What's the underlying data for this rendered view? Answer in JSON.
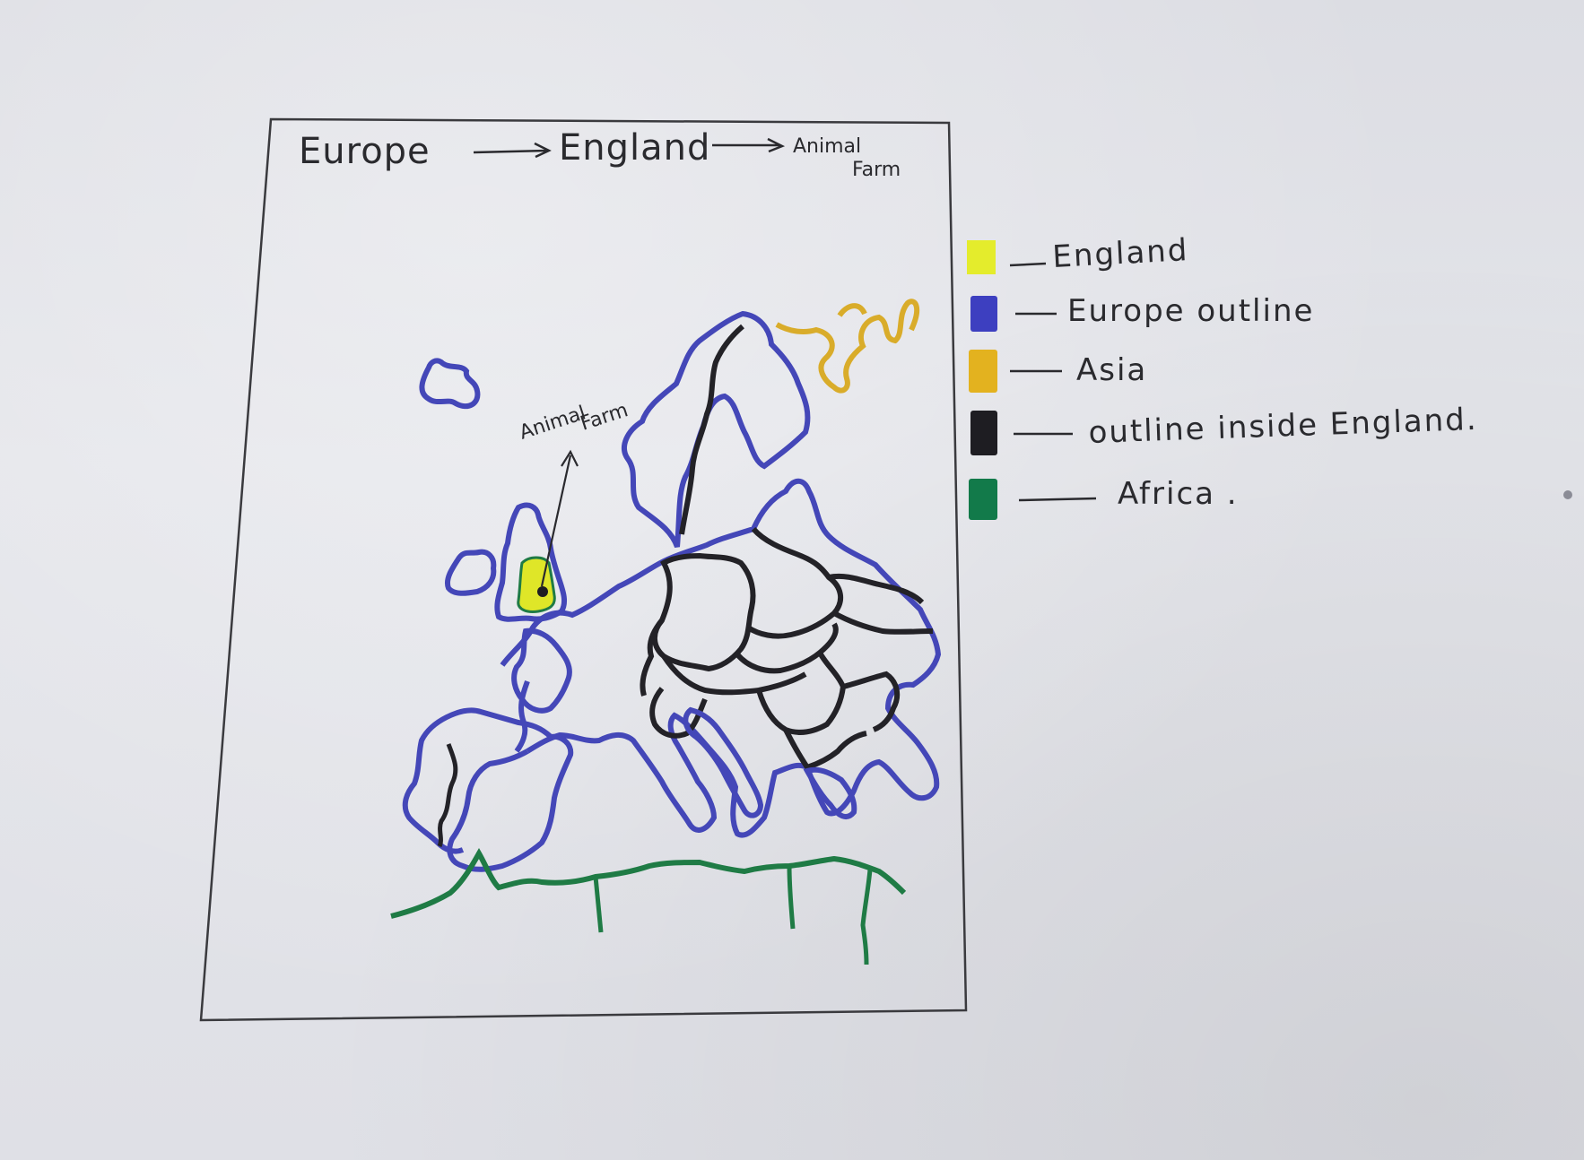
{
  "title": {
    "europe": "Europe",
    "england": "England",
    "animal": "Animal",
    "farm": "Farm"
  },
  "map_label": {
    "animal": "Animal",
    "farm": "Farm"
  },
  "legend": [
    {
      "label": "England",
      "color": "#e4ec2c"
    },
    {
      "label": "Europe outline",
      "color": "#3d3fc0"
    },
    {
      "label": "Asia",
      "color": "#e3b21f"
    },
    {
      "label": "outline inside England.",
      "color": "#1e1d22"
    },
    {
      "label": "Africa .",
      "color": "#127a4a"
    }
  ],
  "colors": {
    "europe_outline": "#4447b8",
    "england": "#dfe628",
    "asia": "#d9ac2a",
    "inner_outline": "#232227",
    "africa": "#1f7b45",
    "frame": "#3a3a3e"
  }
}
